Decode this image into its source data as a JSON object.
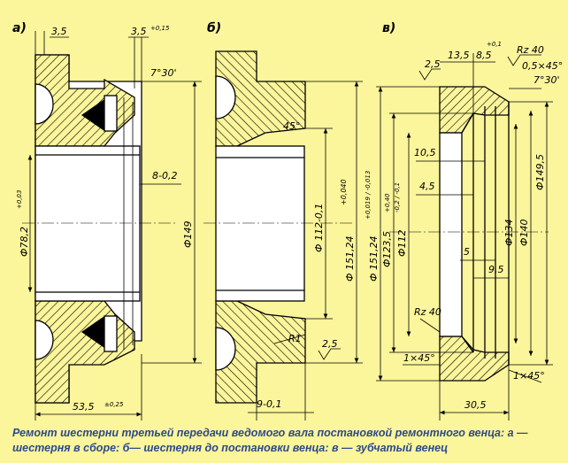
{
  "panels": {
    "a": "а)",
    "b": "б)",
    "v": "в)"
  },
  "dims_a": {
    "top_left": "3,5",
    "top_right": "3,5",
    "top_right_tol": "+0,15",
    "angle": "7°30'",
    "chamfer": "8-0,2",
    "bore": "Ф78,2",
    "bore_tol": "+0,03",
    "outer": "Ф149",
    "width": "53,5",
    "width_tol": "±0,25"
  },
  "dims_b": {
    "chamfer_angle": "45°",
    "inner": "Ф 112-0,1",
    "outer": "Ф 151,24",
    "outer_tol": "+0,040",
    "radius": "R1",
    "rough": "2,5",
    "width": "9-0,1"
  },
  "dims_v": {
    "top1": "13,5",
    "top2": "8,5",
    "top2_tol": "+0,1",
    "rough_top": "2,5",
    "rz": "Rz 40",
    "chamfer_top": "0,5×45°",
    "angle": "7°30'",
    "d1": "Ф 151,24",
    "d1_tol": "+0,019 / -0,013",
    "d2": "Ф123,5",
    "d2_tol": "+0,40",
    "d3": "Ф112",
    "d3_tol": "-0,2 / -0,1",
    "d_134": "Ф134",
    "d_140": "Ф140",
    "d_149": "Ф149,5",
    "w1": "10,5",
    "w2": "4,5",
    "w3": "5",
    "w4": "9,5",
    "rz_bottom": "Rz 40",
    "ch_left": "1×45°",
    "ch_right": "1×45°",
    "width": "30,5"
  },
  "caption": "Ремонт шестерни третьей передачи ведомого вала постановкой ремонтного венца: а — шестерня в сборе: б— шестерня до постановки венца: в — зубчатый венец"
}
